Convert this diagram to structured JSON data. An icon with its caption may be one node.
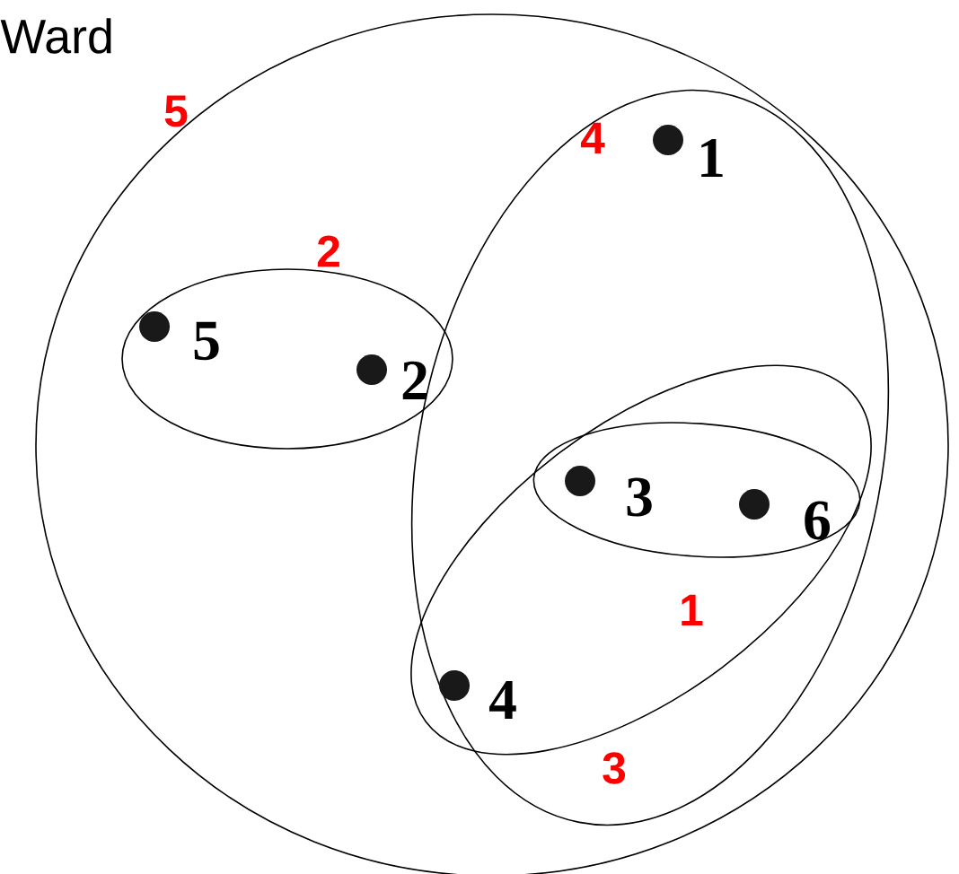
{
  "diagram": {
    "title": "Ward",
    "nodes": [
      {
        "text": [
          "5"
        ]
      },
      {
        "text": [
          "4"
        ],
        "in": 0
      },
      {
        "text": [
          "2"
        ],
        "in": 0
      },
      {
        "text": [
          "1"
        ],
        "in": 1
      },
      {
        "text": [
          "5"
        ],
        "in": 2
      },
      {
        "text": [
          "2"
        ],
        "in": 2
      },
      {
        "text": [
          "3"
        ],
        "in": 1
      },
      {
        "text": [
          "1"
        ],
        "in": 6
      },
      {
        "text": [
          "3"
        ],
        "in": 7
      },
      {
        "text": [
          "6"
        ],
        "in": 7
      },
      {
        "text": [
          "4"
        ],
        "in": 6
      }
    ]
  }
}
